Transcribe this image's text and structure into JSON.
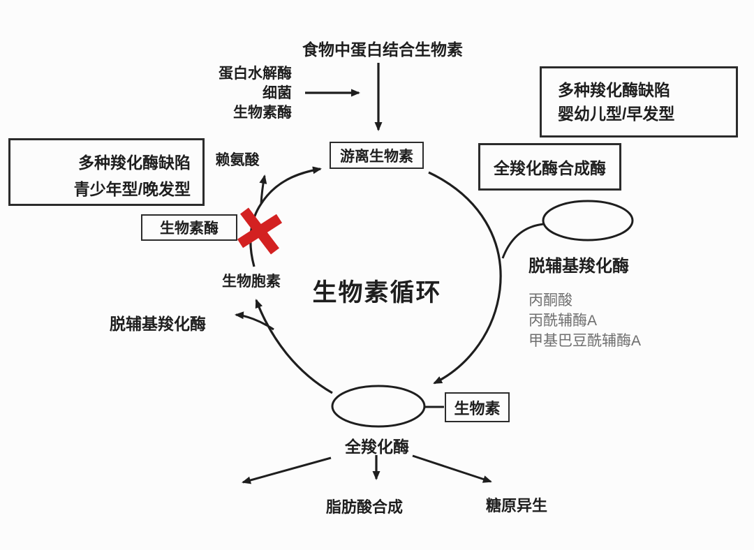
{
  "title": "生物素循环",
  "colors": {
    "ink": "#1e1e1e",
    "muted_gray": "#6e6e6e",
    "block_red": "#d32121",
    "background": "#fcfcfc"
  },
  "nodes": {
    "food_biotin": "食物中蛋白结合生物素",
    "enzymes": [
      "蛋白水解酶",
      "细菌",
      "生物素酶"
    ],
    "free_biotin": "游离生物素",
    "deficiency_early": {
      "line1": "多种羧化酶缺陷",
      "line2": "婴幼儿型/早发型"
    },
    "holocarboxylase_synthetase": "全羧化酶合成酶",
    "deficiency_late": {
      "line1": "多种羧化酶缺陷",
      "line2": "青少年型/晚发型"
    },
    "biotinidase": "生物素酶",
    "lysine": "赖氨酸",
    "biocytin": "生物胞素",
    "apocarboxylase_left": "脱辅基羧化酶",
    "apocarboxylase_right": "脱辅基羧化酶",
    "substrates": [
      "丙酮酸",
      "丙酰辅酶A",
      "甲基巴豆酰辅酶A"
    ],
    "biotin": "生物素",
    "holocarboxylase": "全羧化酶",
    "fatty_acid_synthesis": "脂肪酸合成",
    "gluconeogenesis": "糖原异生"
  }
}
